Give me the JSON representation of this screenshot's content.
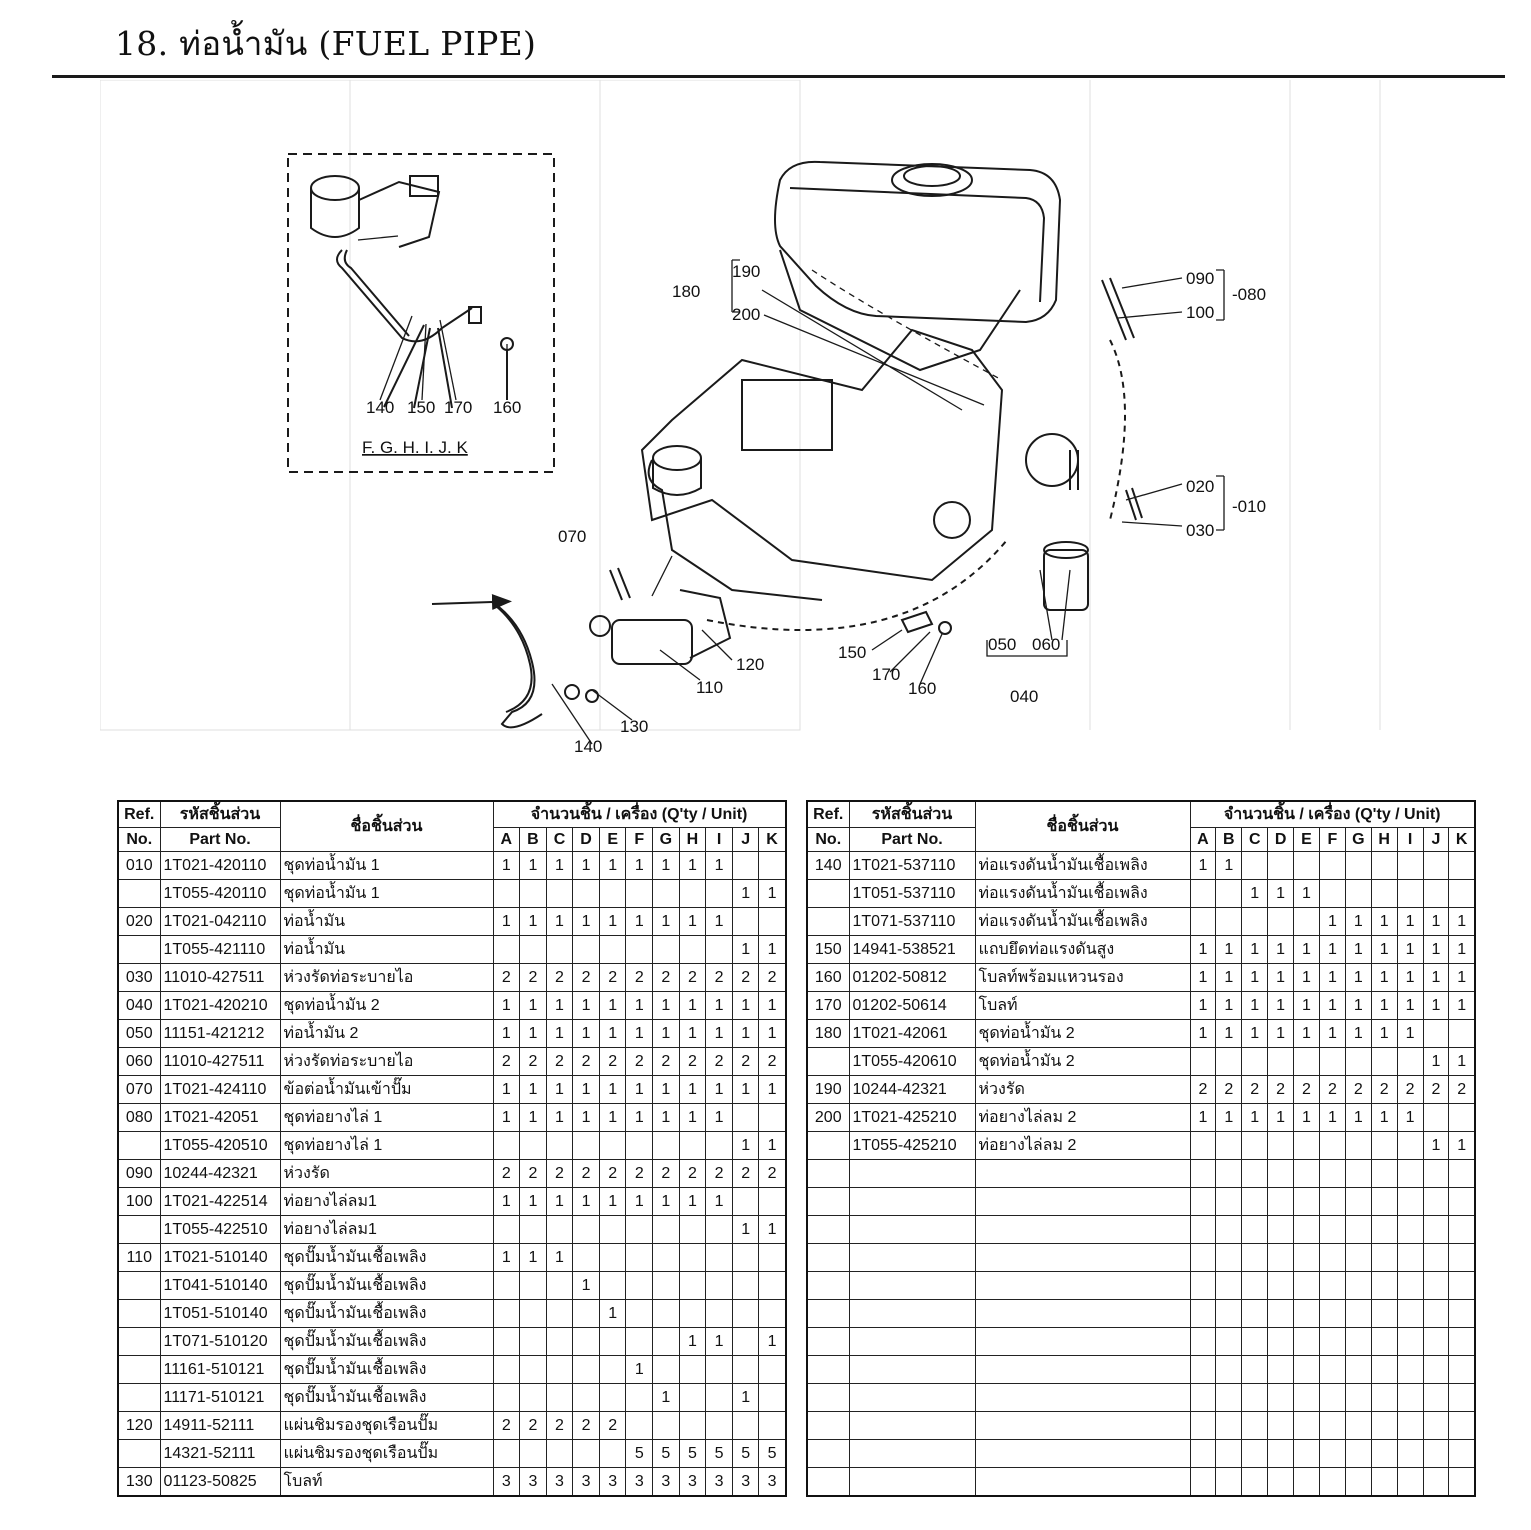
{
  "page": {
    "title": "18. ท่อน้ำมัน (FUEL PIPE)"
  },
  "diagram": {
    "inset_caption": "F. G. H. I. J. K",
    "callouts": {
      "c010": "-010",
      "c020": "020",
      "c030": "030",
      "c040": "040",
      "c050": "050",
      "c060": "060",
      "c070": "070",
      "c080": "-080",
      "c090": "090",
      "c100": "100",
      "c110": "110",
      "c120": "120",
      "c130": "130",
      "c140": "140",
      "c150": "150",
      "c160": "160",
      "c170": "170",
      "c180": "180",
      "c190": "190",
      "c200": "200",
      "i140": "140",
      "i150": "150",
      "i170": "170",
      "i160": "160"
    }
  },
  "table_headers": {
    "ref": "Ref.",
    "no": "No.",
    "part_th": "รหัสชิ้นส่วน",
    "part_en": "Part No.",
    "name": "ชื่อชิ้นส่วน",
    "qty": "จำนวนชิ้น / เครื่อง (Q'ty / Unit)",
    "models": [
      "A",
      "B",
      "C",
      "D",
      "E",
      "F",
      "G",
      "H",
      "I",
      "J",
      "K"
    ]
  },
  "left_rows": [
    {
      "ref": "010",
      "part": "1T021-420110",
      "name": "ชุดท่อน้ำมัน  1",
      "q": [
        "1",
        "1",
        "1",
        "1",
        "1",
        "1",
        "1",
        "1",
        "1",
        "",
        ""
      ]
    },
    {
      "ref": "",
      "part": "1T055-420110",
      "name": "ชุดท่อน้ำมัน  1",
      "q": [
        "",
        "",
        "",
        "",
        "",
        "",
        "",
        "",
        "",
        "1",
        "1"
      ]
    },
    {
      "ref": "020",
      "part": "1T021-042110",
      "name": "ท่อน้ำมัน",
      "q": [
        "1",
        "1",
        "1",
        "1",
        "1",
        "1",
        "1",
        "1",
        "1",
        "",
        ""
      ]
    },
    {
      "ref": "",
      "part": "1T055-421110",
      "name": "ท่อน้ำมัน",
      "q": [
        "",
        "",
        "",
        "",
        "",
        "",
        "",
        "",
        "",
        "1",
        "1"
      ]
    },
    {
      "ref": "030",
      "part": "11010-427511",
      "name": "ห่วงรัดท่อระบายไอ",
      "q": [
        "2",
        "2",
        "2",
        "2",
        "2",
        "2",
        "2",
        "2",
        "2",
        "2",
        "2"
      ]
    },
    {
      "ref": "040",
      "part": "1T021-420210",
      "name": "ชุดท่อน้ำมัน  2",
      "q": [
        "1",
        "1",
        "1",
        "1",
        "1",
        "1",
        "1",
        "1",
        "1",
        "1",
        "1"
      ]
    },
    {
      "ref": "050",
      "part": "11151-421212",
      "name": "ท่อน้ำมัน 2",
      "q": [
        "1",
        "1",
        "1",
        "1",
        "1",
        "1",
        "1",
        "1",
        "1",
        "1",
        "1"
      ]
    },
    {
      "ref": "060",
      "part": "11010-427511",
      "name": "ห่วงรัดท่อระบายไอ",
      "q": [
        "2",
        "2",
        "2",
        "2",
        "2",
        "2",
        "2",
        "2",
        "2",
        "2",
        "2"
      ]
    },
    {
      "ref": "070",
      "part": "1T021-424110",
      "name": "ข้อต่อน้ำมันเข้าปั๊ม",
      "q": [
        "1",
        "1",
        "1",
        "1",
        "1",
        "1",
        "1",
        "1",
        "1",
        "1",
        "1"
      ]
    },
    {
      "ref": "080",
      "part": "1T021-42051",
      "name": "ชุดท่อยางไล่ 1",
      "q": [
        "1",
        "1",
        "1",
        "1",
        "1",
        "1",
        "1",
        "1",
        "1",
        "",
        ""
      ]
    },
    {
      "ref": "",
      "part": "1T055-420510",
      "name": "ชุดท่อยางไล่ 1",
      "q": [
        "",
        "",
        "",
        "",
        "",
        "",
        "",
        "",
        "",
        "1",
        "1"
      ]
    },
    {
      "ref": "090",
      "part": "10244-42321",
      "name": "ห่วงรัด",
      "q": [
        "2",
        "2",
        "2",
        "2",
        "2",
        "2",
        "2",
        "2",
        "2",
        "2",
        "2"
      ]
    },
    {
      "ref": "100",
      "part": "1T021-422514",
      "name": "ท่อยางไล่ลม1",
      "q": [
        "1",
        "1",
        "1",
        "1",
        "1",
        "1",
        "1",
        "1",
        "1",
        "",
        ""
      ]
    },
    {
      "ref": "",
      "part": "1T055-422510",
      "name": "ท่อยางไล่ลม1",
      "q": [
        "",
        "",
        "",
        "",
        "",
        "",
        "",
        "",
        "",
        "1",
        "1"
      ]
    },
    {
      "ref": "110",
      "part": "1T021-510140",
      "name": "ชุดปั๊มน้ำมันเชื้อเพลิง",
      "q": [
        "1",
        "1",
        "1",
        "",
        "",
        "",
        "",
        "",
        "",
        "",
        ""
      ]
    },
    {
      "ref": "",
      "part": "1T041-510140",
      "name": "ชุดปั๊มน้ำมันเชื้อเพลิง",
      "q": [
        "",
        "",
        "",
        "1",
        "",
        "",
        "",
        "",
        "",
        "",
        ""
      ]
    },
    {
      "ref": "",
      "part": "1T051-510140",
      "name": "ชุดปั๊มน้ำมันเชื้อเพลิง",
      "q": [
        "",
        "",
        "",
        "",
        "1",
        "",
        "",
        "",
        "",
        "",
        ""
      ]
    },
    {
      "ref": "",
      "part": "1T071-510120",
      "name": "ชุดปั๊มน้ำมันเชื้อเพลิง",
      "q": [
        "",
        "",
        "",
        "",
        "",
        "",
        "",
        "1",
        "1",
        "",
        "1"
      ]
    },
    {
      "ref": "",
      "part": "11161-510121",
      "name": "ชุดปั๊มน้ำมันเชื้อเพลิง",
      "q": [
        "",
        "",
        "",
        "",
        "",
        "1",
        "",
        "",
        "",
        "",
        ""
      ]
    },
    {
      "ref": "",
      "part": "11171-510121",
      "name": "ชุดปั๊มน้ำมันเชื้อเพลิง",
      "q": [
        "",
        "",
        "",
        "",
        "",
        "",
        "1",
        "",
        "",
        "1",
        ""
      ]
    },
    {
      "ref": "120",
      "part": "14911-52111",
      "name": "แผ่นชิมรองชุดเรือนปั๊ม",
      "q": [
        "2",
        "2",
        "2",
        "2",
        "2",
        "",
        "",
        "",
        "",
        "",
        ""
      ]
    },
    {
      "ref": "",
      "part": "14321-52111",
      "name": "แผ่นชิมรองชุดเรือนปั๊ม",
      "q": [
        "",
        "",
        "",
        "",
        "",
        "5",
        "5",
        "5",
        "5",
        "5",
        "5"
      ]
    },
    {
      "ref": "130",
      "part": "01123-50825",
      "name": "โบลท์",
      "q": [
        "3",
        "3",
        "3",
        "3",
        "3",
        "3",
        "3",
        "3",
        "3",
        "3",
        "3"
      ]
    }
  ],
  "right_rows": [
    {
      "ref": "140",
      "part": "1T021-537110",
      "name": "ท่อแรงดันน้ำมันเชื้อเพลิง",
      "q": [
        "1",
        "1",
        "",
        "",
        "",
        "",
        "",
        "",
        "",
        "",
        ""
      ]
    },
    {
      "ref": "",
      "part": "1T051-537110",
      "name": "ท่อแรงดันน้ำมันเชื้อเพลิง",
      "q": [
        "",
        "",
        "1",
        "1",
        "1",
        "",
        "",
        "",
        "",
        "",
        ""
      ]
    },
    {
      "ref": "",
      "part": "1T071-537110",
      "name": "ท่อแรงดันน้ำมันเชื้อเพลิง",
      "q": [
        "",
        "",
        "",
        "",
        "",
        "1",
        "1",
        "1",
        "1",
        "1",
        "1"
      ]
    },
    {
      "ref": "150",
      "part": "14941-538521",
      "name": "แถบยึดท่อแรงดันสูง",
      "q": [
        "1",
        "1",
        "1",
        "1",
        "1",
        "1",
        "1",
        "1",
        "1",
        "1",
        "1"
      ]
    },
    {
      "ref": "160",
      "part": "01202-50812",
      "name": "โบลท์พร้อมแหวนรอง",
      "q": [
        "1",
        "1",
        "1",
        "1",
        "1",
        "1",
        "1",
        "1",
        "1",
        "1",
        "1"
      ]
    },
    {
      "ref": "170",
      "part": "01202-50614",
      "name": "โบลท์",
      "q": [
        "1",
        "1",
        "1",
        "1",
        "1",
        "1",
        "1",
        "1",
        "1",
        "1",
        "1"
      ]
    },
    {
      "ref": "180",
      "part": "1T021-42061",
      "name": "ชุดท่อน้ำมัน  2",
      "q": [
        "1",
        "1",
        "1",
        "1",
        "1",
        "1",
        "1",
        "1",
        "1",
        "",
        ""
      ]
    },
    {
      "ref": "",
      "part": "1T055-420610",
      "name": "ชุดท่อน้ำมัน  2",
      "q": [
        "",
        "",
        "",
        "",
        "",
        "",
        "",
        "",
        "",
        "1",
        "1"
      ]
    },
    {
      "ref": "190",
      "part": "10244-42321",
      "name": "ห่วงรัด",
      "q": [
        "2",
        "2",
        "2",
        "2",
        "2",
        "2",
        "2",
        "2",
        "2",
        "2",
        "2"
      ]
    },
    {
      "ref": "200",
      "part": "1T021-425210",
      "name": "ท่อยางไล่ลม 2",
      "q": [
        "1",
        "1",
        "1",
        "1",
        "1",
        "1",
        "1",
        "1",
        "1",
        "",
        ""
      ]
    },
    {
      "ref": "",
      "part": "1T055-425210",
      "name": "ท่อยางไล่ลม 2",
      "q": [
        "",
        "",
        "",
        "",
        "",
        "",
        "",
        "",
        "",
        "1",
        "1"
      ]
    }
  ]
}
